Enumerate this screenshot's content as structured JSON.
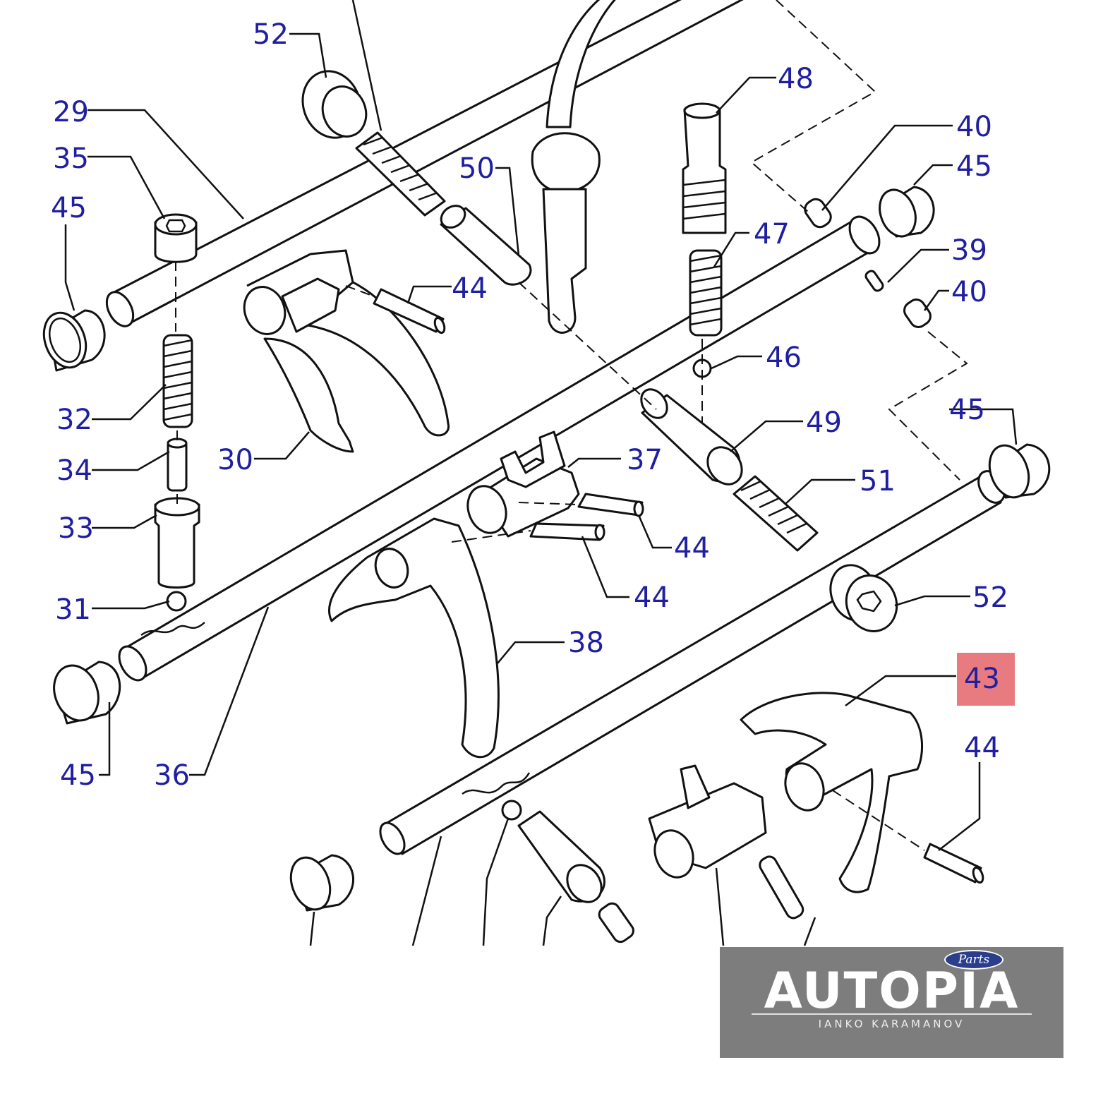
{
  "diagram": {
    "callouts": [
      {
        "key": "c52a",
        "label": "52"
      },
      {
        "key": "c29",
        "label": "29"
      },
      {
        "key": "c35",
        "label": "35"
      },
      {
        "key": "c45a",
        "label": "45"
      },
      {
        "key": "c32",
        "label": "32"
      },
      {
        "key": "c34",
        "label": "34"
      },
      {
        "key": "c33",
        "label": "33"
      },
      {
        "key": "c31",
        "label": "31"
      },
      {
        "key": "c45b",
        "label": "45"
      },
      {
        "key": "c36",
        "label": "36"
      },
      {
        "key": "c30",
        "label": "30"
      },
      {
        "key": "c50",
        "label": "50"
      },
      {
        "key": "c44a",
        "label": "44"
      },
      {
        "key": "c48",
        "label": "48"
      },
      {
        "key": "c40a",
        "label": "40"
      },
      {
        "key": "c45c",
        "label": "45"
      },
      {
        "key": "c47",
        "label": "47"
      },
      {
        "key": "c39",
        "label": "39"
      },
      {
        "key": "c40b",
        "label": "40"
      },
      {
        "key": "c46",
        "label": "46"
      },
      {
        "key": "c45d",
        "label": "45"
      },
      {
        "key": "c49",
        "label": "49"
      },
      {
        "key": "c51",
        "label": "51"
      },
      {
        "key": "c37",
        "label": "37"
      },
      {
        "key": "c44b",
        "label": "44"
      },
      {
        "key": "c44c",
        "label": "44"
      },
      {
        "key": "c52b",
        "label": "52"
      },
      {
        "key": "c38",
        "label": "38"
      },
      {
        "key": "c43",
        "label": "43",
        "highlighted": true
      },
      {
        "key": "c44d",
        "label": "44"
      }
    ],
    "highlight_color": "#e87b7f",
    "callout_color": "#1f1fa0"
  },
  "logo": {
    "badge": "Parts",
    "wordmark": "AUTOPIA",
    "subtitle": "IANKO KARAMANOV",
    "panel_color": "#7d7d7d"
  }
}
